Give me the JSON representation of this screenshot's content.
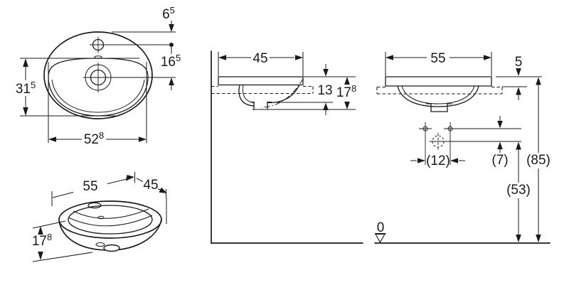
{
  "drawing": {
    "type": "technical-dimension-drawing",
    "subject": "oval countertop washbasin, four orthographic/perspective views",
    "line_color": "#1a1a1a",
    "background": "#ffffff"
  },
  "dims": {
    "top": {
      "tap_offset": {
        "base": "6",
        "sup": "5"
      },
      "tap_to_drain": {
        "base": "16",
        "sup": "5"
      },
      "inner_depth": {
        "base": "31",
        "sup": "5"
      },
      "inner_width": {
        "base": "52",
        "sup": "8"
      }
    },
    "perspective": {
      "width": "55",
      "depth": "45",
      "height": {
        "base": "17",
        "sup": "8"
      }
    },
    "section": {
      "depth": "45",
      "basin_depth": "13",
      "height": {
        "base": "17",
        "sup": "8"
      }
    },
    "front": {
      "width": "55",
      "rim_above_counter": "5",
      "fixing_hole_spacing": "(12)",
      "fixing_to_drain": "(7)",
      "rim_height_above_floor": "(85)",
      "drain_height_above_floor": "(53)",
      "floor_level": "0"
    }
  }
}
